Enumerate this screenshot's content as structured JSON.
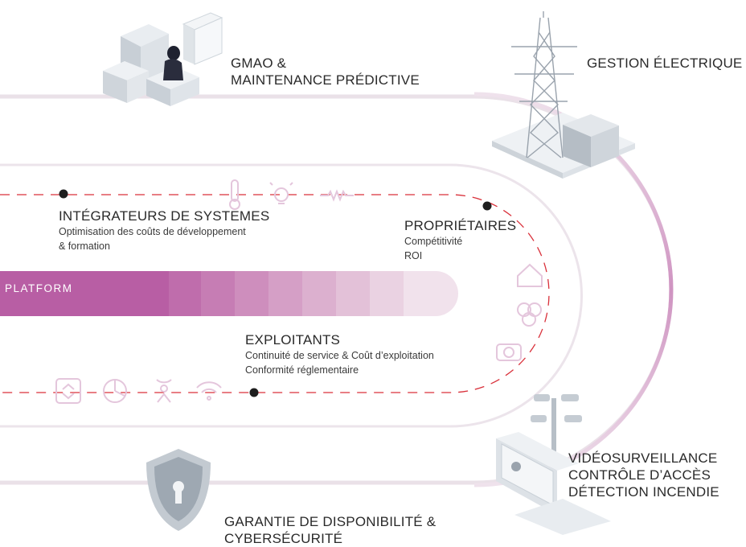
{
  "platform": {
    "label": "PLATFORM"
  },
  "outer": {
    "gmao": {
      "line1": "GMAO &",
      "line2": "MAINTENANCE PRÉDICTIVE"
    },
    "electric": {
      "label": "GESTION ÉLECTRIQUE"
    },
    "video": {
      "line1": "VIDÉOSURVEILLANCE",
      "line2": "CONTRÔLE D’ACCÈS",
      "line3": "DÉTECTION INCENDIE"
    },
    "security": {
      "line1": "GARANTIE DE DISPONIBILITÉ &",
      "line2": "CYBERSÉCURITÉ"
    }
  },
  "inner": {
    "integrators": {
      "title": "INTÉGRATEURS DE SYSTEMES",
      "line1": "Optimisation des coûts de développement",
      "line2": "& formation"
    },
    "owners": {
      "title": "PROPRIÉTAIRES",
      "line1": "Compétitivité",
      "line2": "ROI"
    },
    "operators": {
      "title": "EXPLOITANTS",
      "line1": "Continuité de service & Coût d’exploitation",
      "line2": "Conformité réglementaire"
    }
  },
  "colors": {
    "track": "#a6488f",
    "dash": "#d9303a",
    "band": "#e8dde6",
    "platform": "#b85ea4"
  },
  "icons": [
    "server-workstation-illustration",
    "power-pylon-illustration",
    "camera-monitor-illustration",
    "shield-lock-illustration",
    "thermometer-icon",
    "lightbulb-icon",
    "resistor-icon",
    "home-icon",
    "rings-icon",
    "camera-icon",
    "elevator-icon",
    "clock-icon",
    "person-signal-icon",
    "wifi-icon"
  ]
}
